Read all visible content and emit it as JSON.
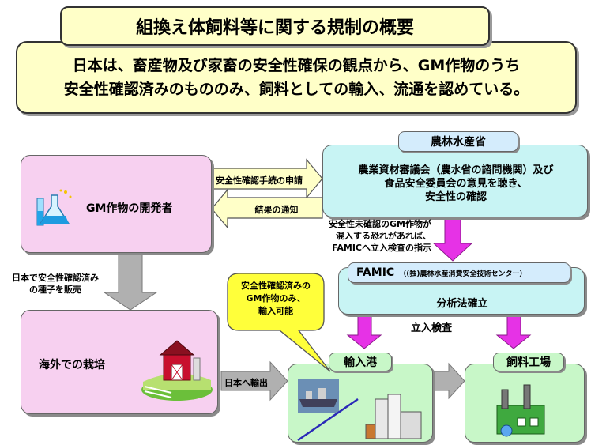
{
  "title": "組換え体飼料等に関する規制の概要",
  "subtitle": {
    "line1": "日本は、畜産物及び家畜の安全性確保の観点から、GM作物のうち",
    "line2": "安全性確認済みのもののみ、飼料としての輸入、流通を認めている。"
  },
  "developer": {
    "label": "GM作物の開発者"
  },
  "ministry": {
    "tag": "農林水産省",
    "line1": "農業資材審議会（農水省の諮問機関）及び",
    "line2": "食品安全委員会の意見を聴き、",
    "line3": "安全性の確認"
  },
  "arrows": {
    "application": "安全性確認手続の申請",
    "result": "結果の通知",
    "export": "日本へ輸出"
  },
  "instruction": {
    "line1": "安全性未確認のGM作物が",
    "line2": "混入する恐れがあれば、",
    "line3": "FAMICへ立入検査の指示"
  },
  "seed_sales": {
    "line1": "日本で安全性確認済み",
    "line2": "の種子を販売"
  },
  "famic": {
    "name": "FAMIC",
    "full_name": "（(独)農林水産消費安全技術センター）",
    "method": "分析法確立",
    "inspection": "立入検査"
  },
  "callout": {
    "line1": "安全性確認済みの",
    "line2": "GM作物のみ、",
    "line3": "輸入可能"
  },
  "overseas": {
    "label": "海外での栽培"
  },
  "port": {
    "tag": "輸入港"
  },
  "factory": {
    "tag": "飼料工場"
  }
}
